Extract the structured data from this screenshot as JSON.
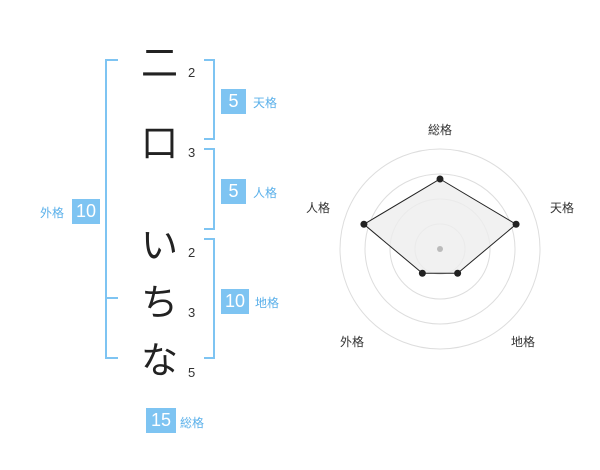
{
  "name_chars": [
    {
      "char": "二",
      "strokes": "2"
    },
    {
      "char": "口",
      "strokes": "3"
    },
    {
      "char": "い",
      "strokes": "2"
    },
    {
      "char": "ち",
      "strokes": "3"
    },
    {
      "char": "な",
      "strokes": "5"
    }
  ],
  "fortunes": {
    "tenkaku": {
      "value": "5",
      "label": "天格"
    },
    "jinkaku": {
      "value": "5",
      "label": "人格"
    },
    "chikaku": {
      "value": "10",
      "label": "地格"
    },
    "gaikaku": {
      "value": "10",
      "label": "外格"
    },
    "soukaku": {
      "value": "15",
      "label": "総格"
    }
  },
  "chart_data": {
    "type": "radar",
    "axes": [
      "総格",
      "天格",
      "地格",
      "外格",
      "人格"
    ],
    "values": [
      0.7,
      0.8,
      0.3,
      0.3,
      0.8
    ],
    "range": [
      0,
      1
    ],
    "rings": 4,
    "fill_color": "#eeeeee",
    "line_color": "#222222"
  },
  "colors": {
    "accent": "#7ec4f2",
    "accent_text": "#5ab0ea"
  }
}
